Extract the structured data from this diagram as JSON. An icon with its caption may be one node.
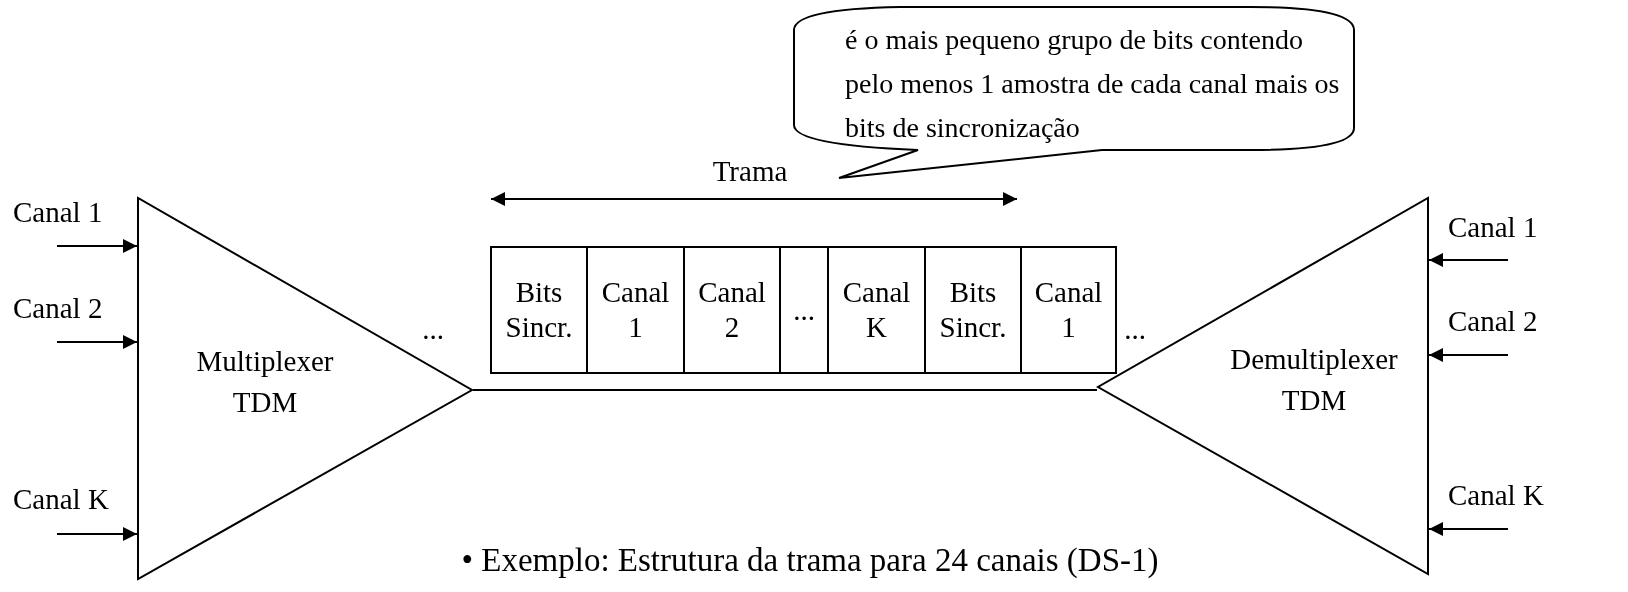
{
  "diagram": {
    "caption": "• Exemplo: Estrutura da trama para 24 canais (DS-1)",
    "nodes": [
      {
        "text": [
          "Multiplexer TDM"
        ]
      },
      {
        "text": [
          "Bits Sincr."
        ]
      },
      {
        "text": [
          "Canal 1"
        ]
      },
      {
        "text": [
          "Canal 2"
        ]
      },
      {
        "text": [
          "..."
        ]
      },
      {
        "text": [
          "Canal K"
        ]
      },
      {
        "text": [
          "Bits Sincr."
        ]
      },
      {
        "text": [
          "Canal 1"
        ]
      },
      {
        "text": [
          "Demultiplexer TDM"
        ]
      },
      {
        "text": [
          "é o mais pequeno grupo de bits contendo pelo menos 1 amostra de cada canal mais os bits de sincronização"
        ]
      }
    ],
    "edges": [
      {
        "from": 0,
        "to": 8,
        "arrow": "none"
      },
      {
        "from": null,
        "to": 0,
        "arrow": "to",
        "label": "Canal 1"
      },
      {
        "from": null,
        "to": 0,
        "arrow": "to",
        "label": "Canal 2"
      },
      {
        "from": null,
        "to": 0,
        "arrow": "to",
        "label": "Canal K"
      },
      {
        "from": null,
        "to": 8,
        "arrow": "to",
        "label": "Canal 1"
      },
      {
        "from": null,
        "to": 8,
        "arrow": "to",
        "label": "Canal 2"
      },
      {
        "from": null,
        "to": 8,
        "arrow": "to",
        "label": "Canal K"
      }
    ],
    "labels": [
      "Trama",
      "...",
      "..."
    ]
  }
}
